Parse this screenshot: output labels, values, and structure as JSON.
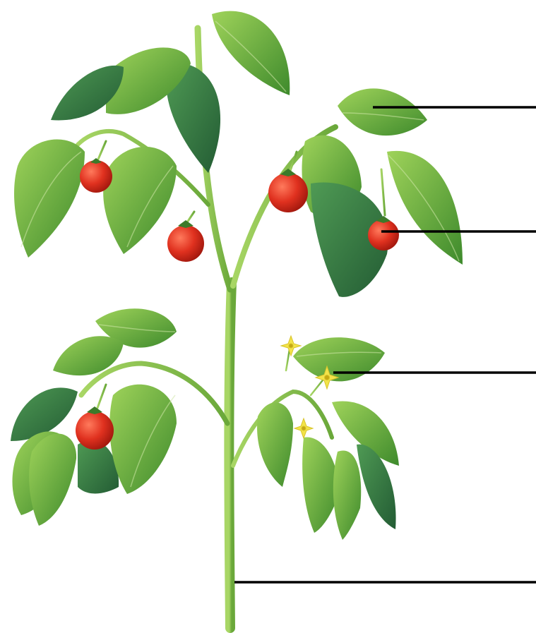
{
  "diagram": {
    "subject": "tomato plant",
    "parts": [
      {
        "id": "leaf",
        "label": ""
      },
      {
        "id": "fruit",
        "label": ""
      },
      {
        "id": "flower",
        "label": ""
      },
      {
        "id": "stem",
        "label": ""
      }
    ]
  },
  "colors": {
    "leaf_light": "#7cc142",
    "leaf_mid": "#4e9a2e",
    "leaf_dark": "#2e6d3a",
    "stem": "#8cc34a",
    "fruit": "#e0311f",
    "fruit_highlight": "#ff8a6a",
    "flower": "#f2e34a",
    "pointer_line": "#000000",
    "background": "#ffffff"
  }
}
